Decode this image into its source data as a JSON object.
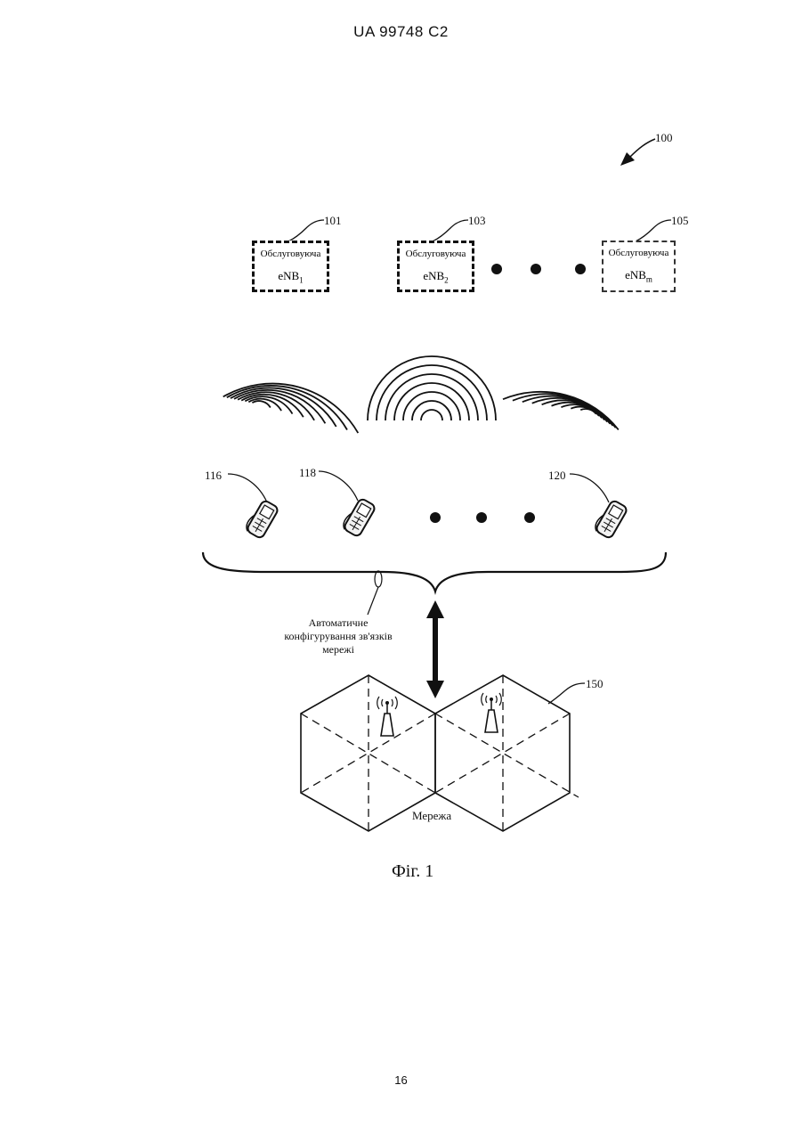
{
  "header": {
    "patent_id": "UA   99748   C2"
  },
  "figure": {
    "ref_system": "100",
    "enbs": [
      {
        "ref": "101",
        "line1": "Обслуговуюча",
        "base": "eNB",
        "sub": "1"
      },
      {
        "ref": "103",
        "line1": "Обслуговуюча",
        "base": "eNB",
        "sub": "2"
      },
      {
        "ref": "105",
        "line1": "Обслуговуюча",
        "base": "eNB",
        "sub": "m"
      }
    ],
    "ues": [
      {
        "ref": "116"
      },
      {
        "ref": "118"
      },
      {
        "ref": "120"
      }
    ],
    "network_config_caption": [
      "Автоматичне",
      "конфігурування зв'язків",
      "мережі"
    ],
    "network_ref": "150",
    "network_label": "Мережа",
    "caption": "Фіг. 1"
  },
  "footer": {
    "page_number": "16"
  }
}
